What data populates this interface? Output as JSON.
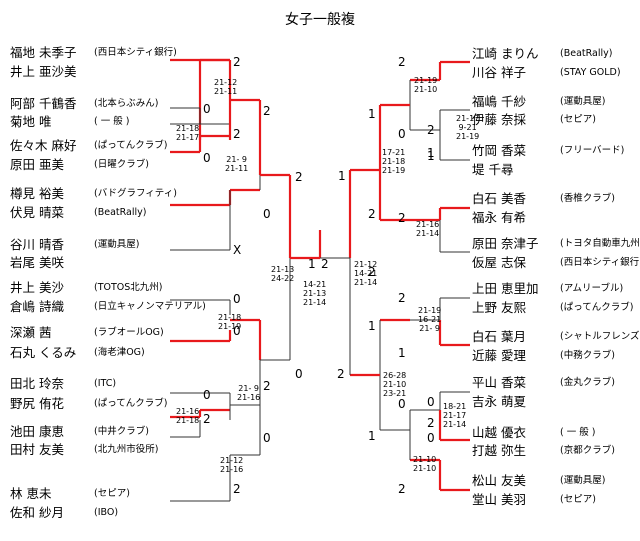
{
  "title": "女子一般複",
  "left_players": [
    {
      "name": "福地 未季子",
      "club": "(西日本シティ銀行)"
    },
    {
      "name": "井上 亜沙美",
      "club": ""
    },
    {
      "name": "阿部 千鶴香",
      "club": "(北本らぶみん)"
    },
    {
      "name": "菊地 唯",
      "club": "( 一 般 )"
    },
    {
      "name": "佐々木 麻好",
      "club": "(ぱってんクラブ)"
    },
    {
      "name": "原田 亜美",
      "club": "(日曜クラブ)"
    },
    {
      "name": "樽見 裕美",
      "club": "(バドグラフィティ)"
    },
    {
      "name": "伏見 晴菜",
      "club": "(BeatRally)"
    },
    {
      "name": "谷川 晴香",
      "club": "(運動具屋)"
    },
    {
      "name": "岩尾 美咲",
      "club": ""
    },
    {
      "name": "井上 美沙",
      "club": "(TOTOS北九州)"
    },
    {
      "name": "倉嶋 詩織",
      "club": "(日立キャノンマテリアル)"
    },
    {
      "name": "深瀬 茜",
      "club": "(ラブオールOG)"
    },
    {
      "name": "石丸 くるみ",
      "club": "(海老津OG)"
    },
    {
      "name": "田北 玲奈",
      "club": "(ITC)"
    },
    {
      "name": "野尻 侑花",
      "club": "(ぱってんクラブ)"
    },
    {
      "name": "池田 康恵",
      "club": "(中井クラブ)"
    },
    {
      "name": "田村 友美",
      "club": "(北九州市役所)"
    },
    {
      "name": "林 恵未",
      "club": "(セピア)"
    },
    {
      "name": "佐和 紗月",
      "club": "(IBO)"
    }
  ],
  "right_players": [
    {
      "name": "江崎 まりん",
      "club": "(BeatRally)"
    },
    {
      "name": "川谷 祥子",
      "club": "(STAY GOLD)"
    },
    {
      "name": "福嶋 千紗",
      "club": "(運動具屋)"
    },
    {
      "name": "伊藤 奈採",
      "club": "(セピア)"
    },
    {
      "name": "竹岡 香菜",
      "club": "(フリーバード)"
    },
    {
      "name": "堤 千尋",
      "club": ""
    },
    {
      "name": "白石 美香",
      "club": "(香椎クラブ)"
    },
    {
      "name": "福永 有希",
      "club": ""
    },
    {
      "name": "原田 奈津子",
      "club": "(トヨタ自動車九州)"
    },
    {
      "name": "仮屋 志保",
      "club": "(西日本シティ銀行)"
    },
    {
      "name": "上田 恵里加",
      "club": "(アムリーブル)"
    },
    {
      "name": "上野 友熙",
      "club": "(ぱってんクラブ)"
    },
    {
      "name": "白石 葉月",
      "club": "(シャトルフレンズ)"
    },
    {
      "name": "近藤 愛理",
      "club": "(中務クラブ)"
    },
    {
      "name": "平山 香菜",
      "club": "(金丸クラブ)"
    },
    {
      "name": "吉永 萌夏",
      "club": ""
    },
    {
      "name": "山越 優衣",
      "club": "( 一 般 )"
    },
    {
      "name": "打越 弥生",
      "club": "(京都クラブ)"
    },
    {
      "name": "松山 友美",
      "club": "(運動具屋)"
    },
    {
      "name": "堂山 美羽",
      "club": "(セピア)"
    }
  ],
  "scores": [
    "21-12\n21-11",
    "21-18\n21-17",
    "21- 9\n21-11",
    "21-13\n24-22",
    "21-18\n21-19",
    "21- 9\n21-16",
    "21-16\n21-18",
    "21-12\n21-16",
    "14-21\n21-13\n21-14",
    "21-12\n14-21\n21-14",
    "21-19\n21-10",
    "21-17\n9-21\n21-19",
    "17-21\n21-18\n21-19",
    "21-16\n21-14",
    "21-19\n16-21\n21- 9",
    "26-28\n21-10\n23-21",
    "18-21\n21-17\n21-14",
    "21-10\n21-10"
  ],
  "results": [
    "2",
    "0",
    "2",
    "0",
    "2",
    "2",
    "0",
    "X",
    "1",
    "2",
    "0",
    "0",
    "0",
    "2",
    "0",
    "2",
    "0",
    "2",
    "1",
    "2",
    "0",
    "1",
    "1",
    "2",
    "2",
    "2",
    "1",
    "2",
    "1",
    "2",
    "1",
    "0",
    "2",
    "2",
    "0",
    "0",
    "1",
    "2"
  ]
}
